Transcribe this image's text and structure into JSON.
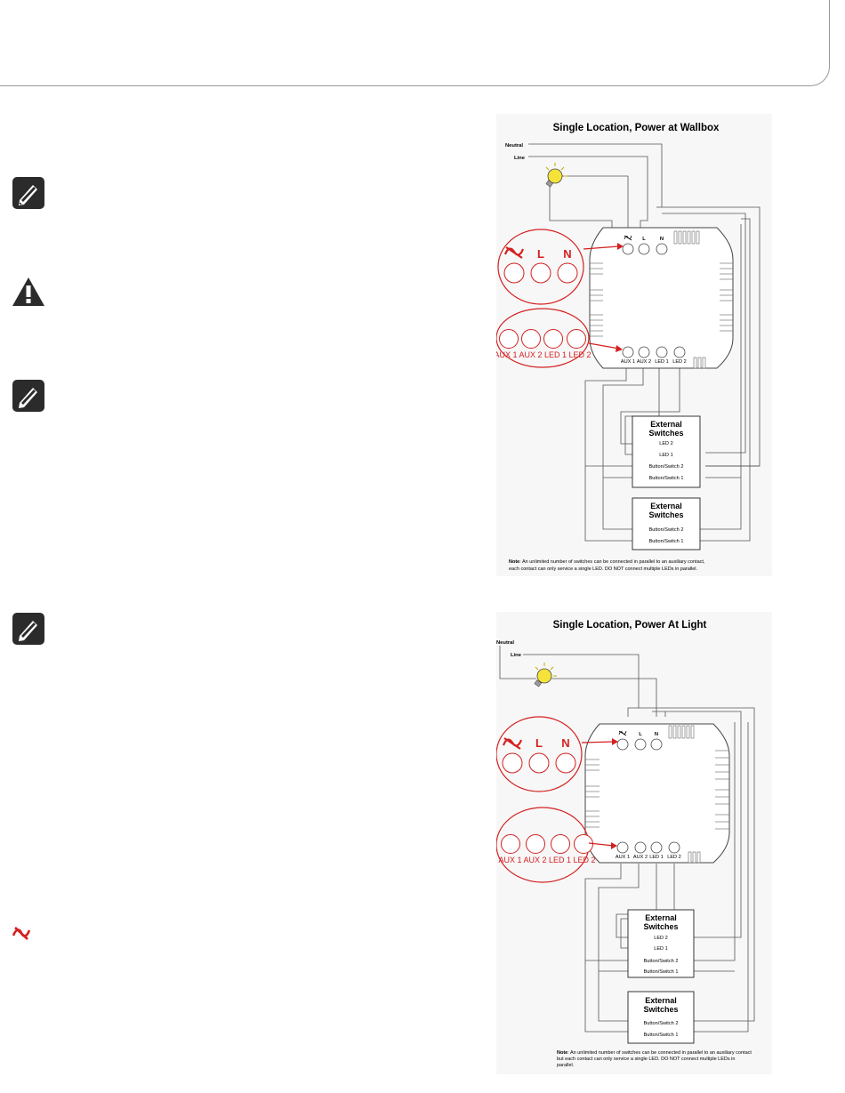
{
  "diagram1": {
    "title": "Single Location, Power at Wallbox",
    "neutral": "Neutral",
    "line": "Line",
    "term_L": "L",
    "term_N": "N",
    "aux1": "AUX 1",
    "aux2": "AUX 2",
    "led1": "LED 1",
    "led2": "LED 2",
    "zoom_L": "L",
    "zoom_N": "N",
    "zoom_bottom": "AUX 1 AUX 2 LED 1 LED 2",
    "ext1": {
      "title1": "External",
      "title2": "Switches",
      "lines": [
        "LED 2",
        "LED 1",
        "Button/Switch 2",
        "Button/Switch 1"
      ]
    },
    "ext2": {
      "title1": "External",
      "title2": "Switches",
      "lines": [
        "Button/Switch 2",
        "Button/Switch 1"
      ]
    },
    "note_bold": "Note",
    "note_line1": ": An unlimited number of switches can be connected in parallel to an auxiliary contact,",
    "note_line2": "each contact can only service a single LED. DO NOT connect multiple LEDs in parallel."
  },
  "diagram2": {
    "title": "Single Location, Power At Light",
    "neutral": "Neutral",
    "line": "Line",
    "term_L": "L",
    "term_N": "N",
    "aux1": "AUX 1",
    "aux2": "AUX 2",
    "led1": "LED 1",
    "led2": "LED 2",
    "zoom_L": "L",
    "zoom_N": "N",
    "zoom_bottom": "AUX 1 AUX 2 LED 1 LED 2",
    "ext1": {
      "title1": "External",
      "title2": "Switches",
      "lines": [
        "LED 2",
        "LED 1",
        "Button/Switch 2",
        "Button/Switch 1"
      ]
    },
    "ext2": {
      "title1": "External",
      "title2": "Switches",
      "lines": [
        "Button/Switch 2",
        "Button/Switch 1"
      ]
    },
    "note_bold": "Note",
    "note_line1": ": An unlimited number of switches can be connected in parallel to an auxiliary contact",
    "note_line2": "but each contact can only service a single LED. DO NOT connect multiple LEDs in",
    "note_line3": "parallel."
  },
  "icons": [
    "note-icon",
    "warning-icon",
    "note-icon",
    "note-icon",
    "load-symbol-icon"
  ],
  "colors": {
    "accent_red": "#d42020",
    "bulb_yellow": "#f6e33a",
    "icon_dark": "#2b2b2b"
  }
}
